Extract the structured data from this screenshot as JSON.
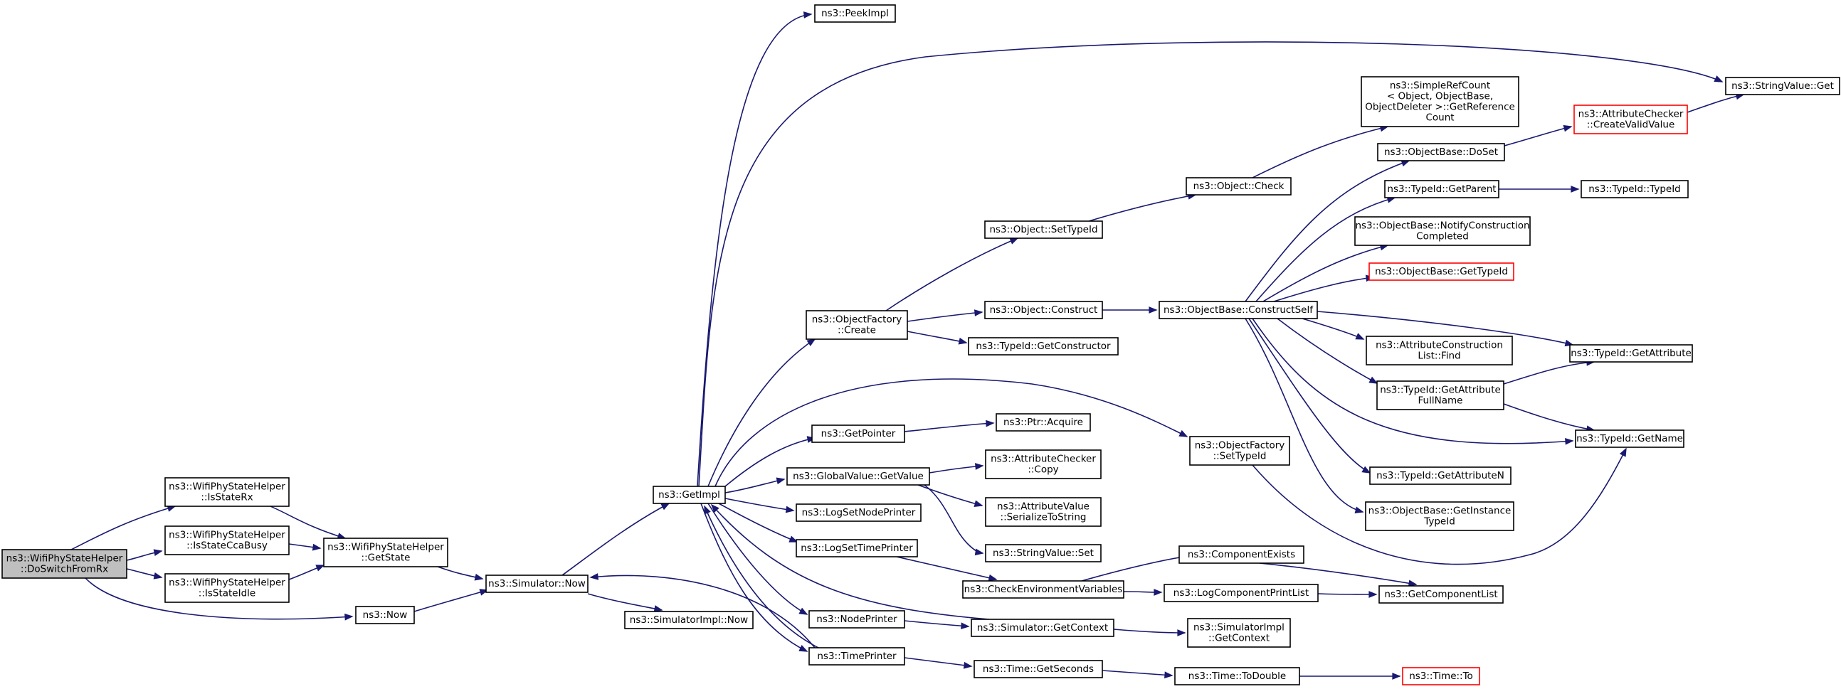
{
  "colors": {
    "edge": "#191970",
    "node_border": "#000000",
    "truncated_border": "#ff0000",
    "root_fill": "#bfbfbf",
    "node_fill": "#ffffff"
  },
  "nodes": [
    {
      "id": "root",
      "lines": [
        "ns3::WifiPhyStateHelper",
        "::DoSwitchFromRx"
      ],
      "root": true
    },
    {
      "id": "isStateRx",
      "lines": [
        "ns3::WifiPhyStateHelper",
        "::IsStateRx"
      ]
    },
    {
      "id": "isStateCcaBusy",
      "lines": [
        "ns3::WifiPhyStateHelper",
        "::IsStateCcaBusy"
      ]
    },
    {
      "id": "isStateIdle",
      "lines": [
        "ns3::WifiPhyStateHelper",
        "::IsStateIdle"
      ]
    },
    {
      "id": "getState",
      "lines": [
        "ns3::WifiPhyStateHelper",
        "::GetState"
      ]
    },
    {
      "id": "now",
      "lines": [
        "ns3::Now"
      ]
    },
    {
      "id": "simNow",
      "lines": [
        "ns3::Simulator::Now"
      ]
    },
    {
      "id": "getImpl",
      "lines": [
        "ns3::GetImpl"
      ]
    },
    {
      "id": "simImplNow",
      "lines": [
        "ns3::SimulatorImpl::Now"
      ]
    },
    {
      "id": "peekImpl",
      "lines": [
        "ns3::PeekImpl"
      ]
    },
    {
      "id": "ofCreate",
      "lines": [
        "ns3::ObjectFactory",
        "::Create"
      ]
    },
    {
      "id": "getPointer",
      "lines": [
        "ns3::GetPointer"
      ]
    },
    {
      "id": "gvGetValue",
      "lines": [
        "ns3::GlobalValue::GetValue"
      ]
    },
    {
      "id": "logSetNodePrinter",
      "lines": [
        "ns3::LogSetNodePrinter"
      ]
    },
    {
      "id": "logSetTimePrinter",
      "lines": [
        "ns3::LogSetTimePrinter"
      ]
    },
    {
      "id": "nodePrinter",
      "lines": [
        "ns3::NodePrinter"
      ]
    },
    {
      "id": "timePrinter",
      "lines": [
        "ns3::TimePrinter"
      ]
    },
    {
      "id": "objSetTypeId",
      "lines": [
        "ns3::Object::SetTypeId"
      ]
    },
    {
      "id": "objConstruct",
      "lines": [
        "ns3::Object::Construct"
      ]
    },
    {
      "id": "tidGetConstructor",
      "lines": [
        "ns3::TypeId::GetConstructor"
      ]
    },
    {
      "id": "ptrAcquire",
      "lines": [
        "ns3::Ptr::Acquire"
      ]
    },
    {
      "id": "acCopy",
      "lines": [
        "ns3::AttributeChecker",
        "::Copy"
      ]
    },
    {
      "id": "avSerialize",
      "lines": [
        "ns3::AttributeValue",
        "::SerializeToString"
      ]
    },
    {
      "id": "svSet",
      "lines": [
        "ns3::StringValue::Set"
      ]
    },
    {
      "id": "checkEnv",
      "lines": [
        "ns3::CheckEnvironmentVariables"
      ]
    },
    {
      "id": "simGetContext",
      "lines": [
        "ns3::Simulator::GetContext"
      ]
    },
    {
      "id": "timeGetSeconds",
      "lines": [
        "ns3::Time::GetSeconds"
      ]
    },
    {
      "id": "objCheck",
      "lines": [
        "ns3::Object::Check"
      ]
    },
    {
      "id": "obConstructSelf",
      "lines": [
        "ns3::ObjectBase::ConstructSelf"
      ]
    },
    {
      "id": "ofSetTypeId",
      "lines": [
        "ns3::ObjectFactory",
        "::SetTypeId"
      ]
    },
    {
      "id": "compExists",
      "lines": [
        "ns3::ComponentExists"
      ]
    },
    {
      "id": "logCompPrintList",
      "lines": [
        "ns3::LogComponentPrintList"
      ]
    },
    {
      "id": "simImplGetContext",
      "lines": [
        "ns3::SimulatorImpl",
        "::GetContext"
      ]
    },
    {
      "id": "timeToDouble",
      "lines": [
        "ns3::Time::ToDouble"
      ]
    },
    {
      "id": "simpleRefCount",
      "lines": [
        "ns3::SimpleRefCount",
        "< Object, ObjectBase,",
        "ObjectDeleter >::GetReference",
        "Count"
      ]
    },
    {
      "id": "obDoSet",
      "lines": [
        "ns3::ObjectBase::DoSet"
      ]
    },
    {
      "id": "tidGetParent",
      "lines": [
        "ns3::TypeId::GetParent"
      ]
    },
    {
      "id": "obNotify",
      "lines": [
        "ns3::ObjectBase::NotifyConstruction",
        "Completed"
      ]
    },
    {
      "id": "obGetTypeId",
      "lines": [
        "ns3::ObjectBase::GetTypeId"
      ],
      "truncated": true
    },
    {
      "id": "acListFind",
      "lines": [
        "ns3::AttributeConstruction",
        "List::Find"
      ]
    },
    {
      "id": "tidGetAttrFullName",
      "lines": [
        "ns3::TypeId::GetAttribute",
        "FullName"
      ]
    },
    {
      "id": "tidGetAttrN",
      "lines": [
        "ns3::TypeId::GetAttributeN"
      ]
    },
    {
      "id": "obGetInstanceTypeId",
      "lines": [
        "ns3::ObjectBase::GetInstance",
        "TypeId"
      ]
    },
    {
      "id": "getComponentList",
      "lines": [
        "ns3::GetComponentList"
      ]
    },
    {
      "id": "timeTo",
      "lines": [
        "ns3::Time::To"
      ],
      "truncated": true
    },
    {
      "id": "acCreateValid",
      "lines": [
        "ns3::AttributeChecker",
        "::CreateValidValue"
      ],
      "truncated": true
    },
    {
      "id": "svGet",
      "lines": [
        "ns3::StringValue::Get"
      ]
    },
    {
      "id": "tidTypeId",
      "lines": [
        "ns3::TypeId::TypeId"
      ]
    },
    {
      "id": "tidGetAttribute",
      "lines": [
        "ns3::TypeId::GetAttribute"
      ]
    },
    {
      "id": "tidGetName",
      "lines": [
        "ns3::TypeId::GetName"
      ]
    }
  ]
}
